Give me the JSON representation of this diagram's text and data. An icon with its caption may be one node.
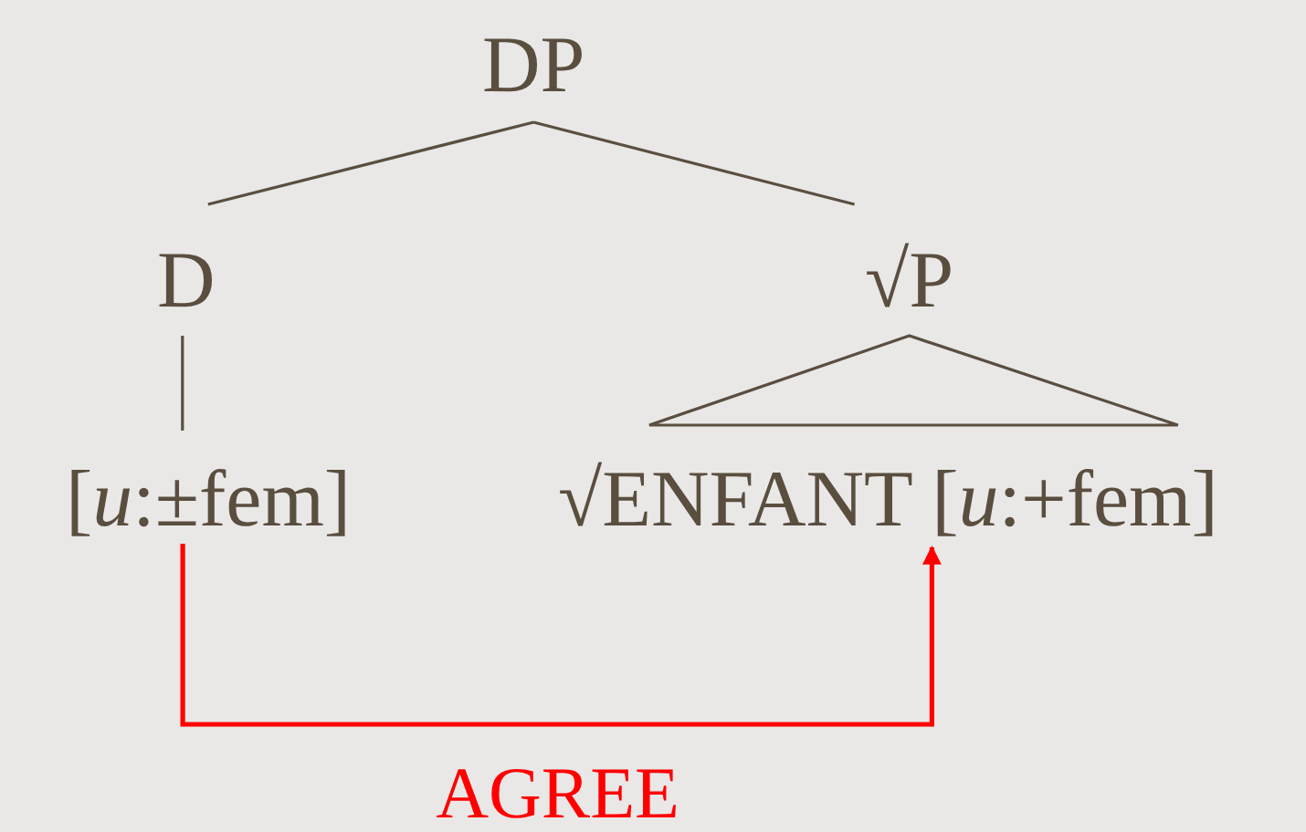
{
  "diagram": {
    "nodes": [
      {
        "text": [
          "DP"
        ]
      },
      {
        "text": [
          "D"
        ]
      },
      {
        "text": [
          "√P"
        ]
      },
      {
        "text": [
          "[*u*:±fem]"
        ]
      },
      {
        "text": [
          "√ENFANT [*u*:+fem]"
        ]
      }
    ],
    "edges": [
      {
        "from": 0,
        "to": 1,
        "arrow": "none"
      },
      {
        "from": 0,
        "to": 2,
        "arrow": "none"
      },
      {
        "from": 1,
        "to": 3,
        "arrow": "none"
      },
      {
        "from": 2,
        "to": 4,
        "arrow": "none"
      },
      {
        "from": 3,
        "to": 4,
        "arrow": "to",
        "label": "AGREE",
        "color": "#ff0000"
      }
    ]
  }
}
